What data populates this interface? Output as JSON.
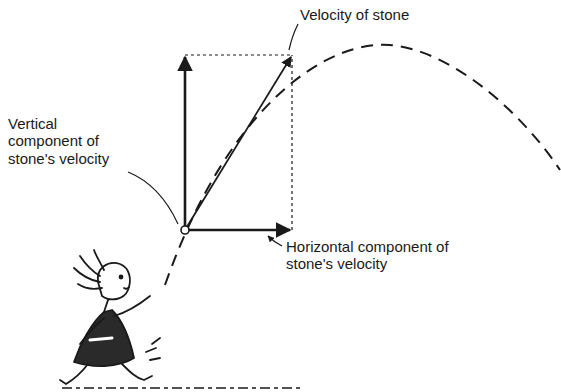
{
  "diagram": {
    "labels": [
      "Velocity of stone",
      "Vertical component of stone's velocity",
      "Horizontal component of stone's velocity"
    ]
  }
}
